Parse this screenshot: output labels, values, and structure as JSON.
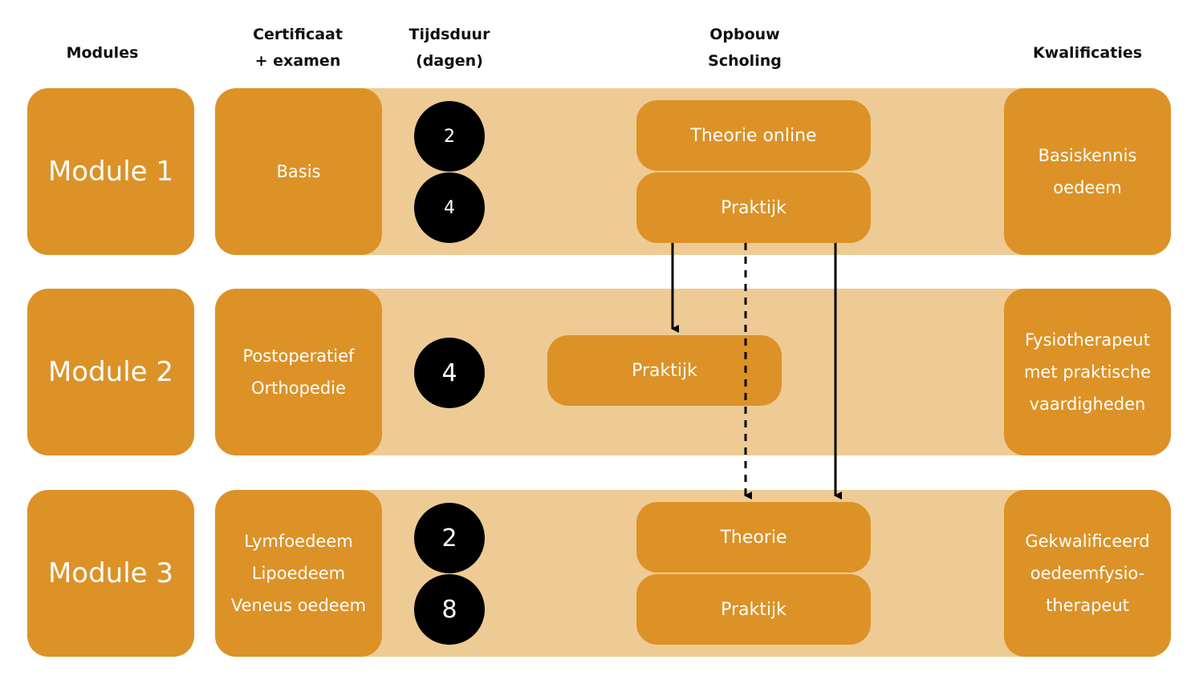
{
  "headers": {
    "modules": "Modules",
    "certificaat": "Certificaat\n+ examen",
    "tijdsduur": "Tijdsduur\n(dagen)",
    "opbouw": "Opbouw\nScholing",
    "kwalificaties": "Kwalificaties"
  },
  "rows": [
    {
      "module": "Module 1",
      "certificate": "Basis",
      "days": [
        "2",
        "4"
      ],
      "steps": [
        "Theorie online",
        "Praktijk"
      ],
      "qualification": "Basiskennis\noedeem"
    },
    {
      "module": "Module 2",
      "certificate": "Postoperatief\nOrthopedie",
      "days": [
        "4"
      ],
      "steps": [
        "Praktijk"
      ],
      "qualification": "Fysiotherapeut\nmet praktische\nvaardigheden"
    },
    {
      "module": "Module 3",
      "certificate": "Lymfoedeem\nLipoedeem\nVeneus oedeem",
      "days": [
        "2",
        "8"
      ],
      "steps": [
        "Theorie",
        "Praktijk"
      ],
      "qualification": "Gekwalificeerd\noedeemfysio-\ntherapeut"
    }
  ],
  "colors": {
    "box": "#dc9226",
    "band": "#eecb95",
    "circle": "#000000",
    "text_on_box": "#ffffff"
  }
}
